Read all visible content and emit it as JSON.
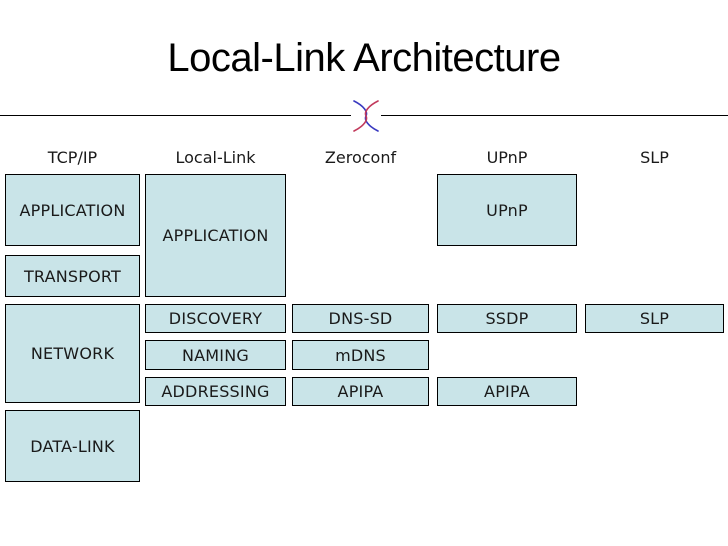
{
  "title": "Local-Link Architecture",
  "ornament": "crossed-curves",
  "columns": {
    "tcpip": {
      "header": "TCP/IP",
      "boxes": {
        "application": "APPLICATION",
        "transport": "TRANSPORT",
        "network": "NETWORK",
        "datalink": "DATA-LINK"
      }
    },
    "locallink": {
      "header": "Local-Link",
      "boxes": {
        "application": "APPLICATION",
        "discovery": "DISCOVERY",
        "naming": "NAMING",
        "addressing": "ADDRESSING"
      }
    },
    "zeroconf": {
      "header": "Zeroconf",
      "boxes": {
        "discovery": "DNS-SD",
        "naming": "mDNS",
        "addressing": "APIPA"
      }
    },
    "upnp": {
      "header": "UPnP",
      "boxes": {
        "application": "UPnP",
        "discovery": "SSDP",
        "addressing": "APIPA"
      }
    },
    "slp": {
      "header": "SLP",
      "boxes": {
        "discovery": "SLP"
      }
    }
  },
  "colors": {
    "box_fill": "#c9e4e8",
    "box_border": "#000000",
    "text": "#1a1a1a",
    "ornament_blue": "#3939c0",
    "ornament_red": "#c23a5c"
  }
}
